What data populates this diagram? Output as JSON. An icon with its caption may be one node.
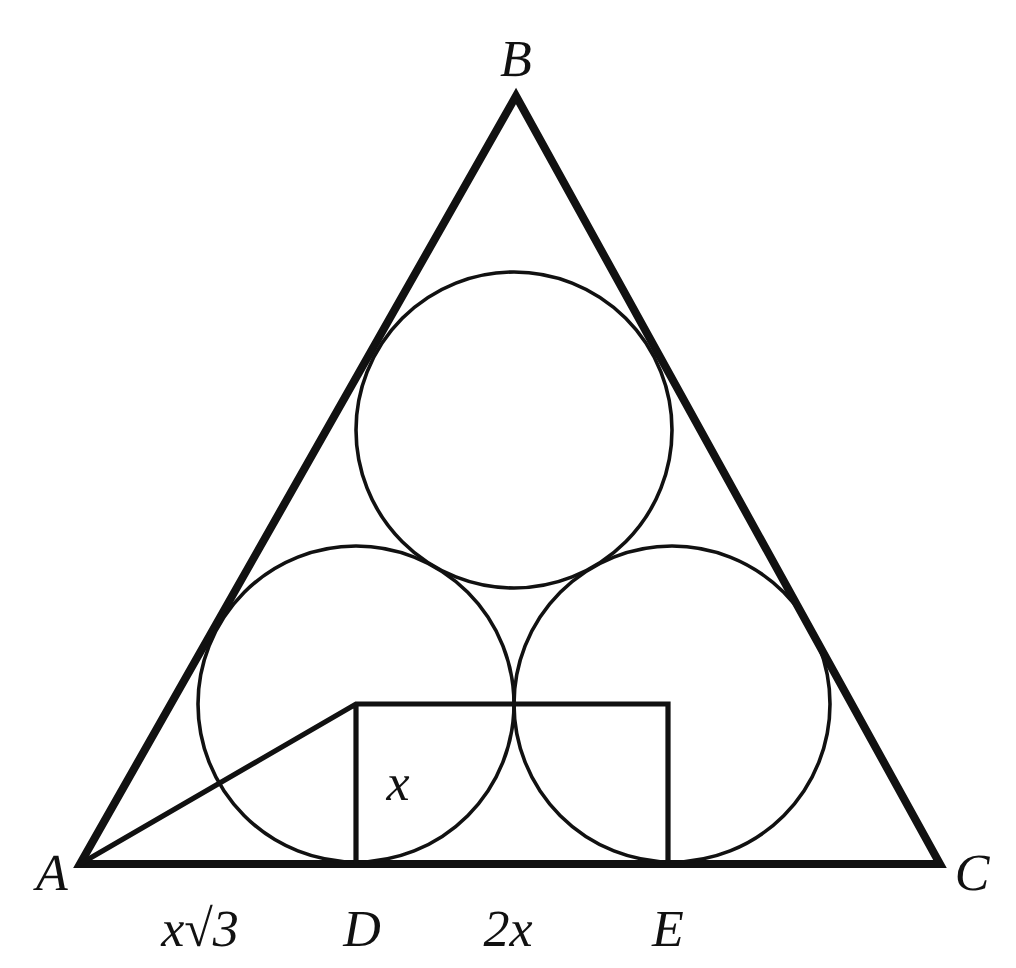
{
  "diagram": {
    "labels": [
      "B",
      "A",
      "C",
      "x",
      "x√3",
      "D",
      "2x",
      "E"
    ]
  }
}
